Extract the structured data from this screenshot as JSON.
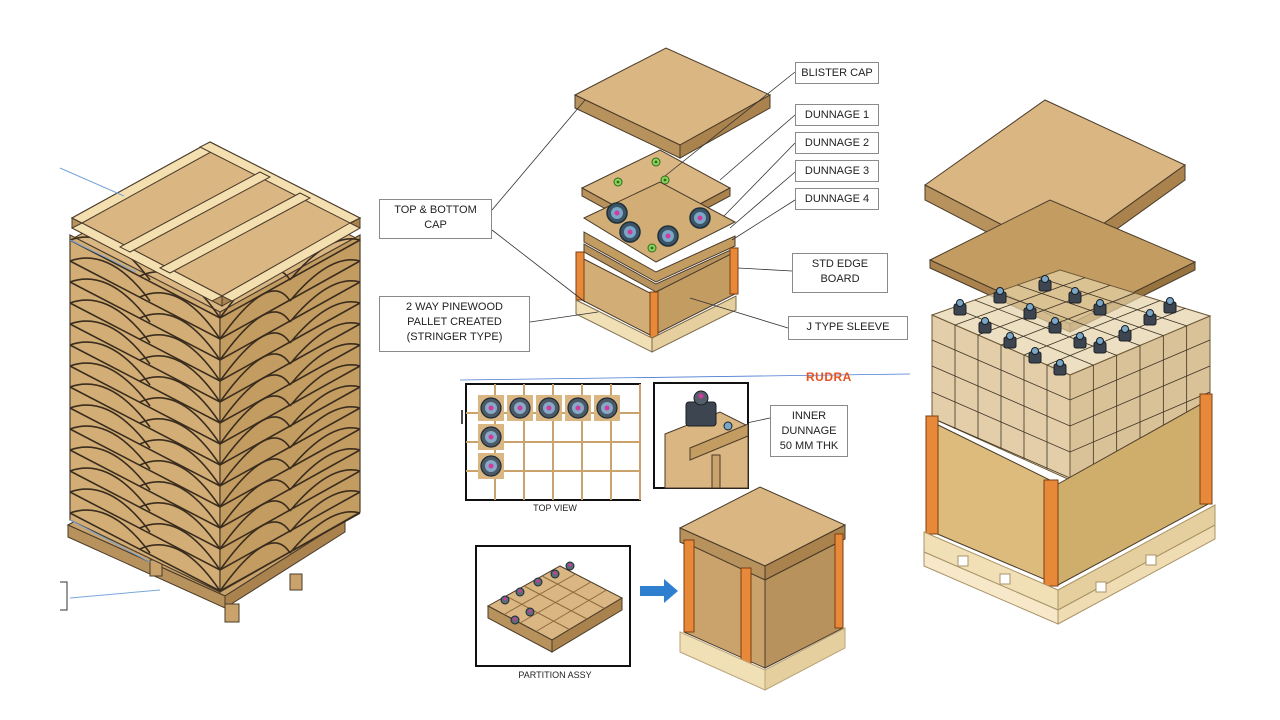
{
  "callouts": {
    "blister_cap": "BLISTER CAP",
    "dunnage_1": "DUNNAGE 1",
    "dunnage_2": "DUNNAGE 2",
    "dunnage_3": "DUNNAGE 3",
    "dunnage_4": "DUNNAGE 4",
    "top_bottom_cap": "TOP & BOTTOM\nCAP",
    "std_edge_board": "STD EDGE\nBOARD",
    "pallet": "2 WAY PINEWOOD\nPALLET CREATED\n(STRINGER TYPE)",
    "j_type_sleeve": "J TYPE SLEEVE",
    "inner_dunnage": "INNER\nDUNNAGE\n50 MM THK"
  },
  "captions": {
    "top_view": "TOP VIEW",
    "partition_assy": "PARTITION ASSY"
  },
  "brand_text": "RUDRA",
  "colors": {
    "cardboard": "#d9b682",
    "cardboard_dark": "#b8925c",
    "cardboard_side": "#c9a36b",
    "pine": "#f1dfb6",
    "edge_board": "#e8893a",
    "outline": "#4a3b2a",
    "arrow": "#2f7fd1",
    "brand": "#e9501e"
  },
  "icons": [
    "arrow-right-icon",
    "valve-part-icon"
  ]
}
